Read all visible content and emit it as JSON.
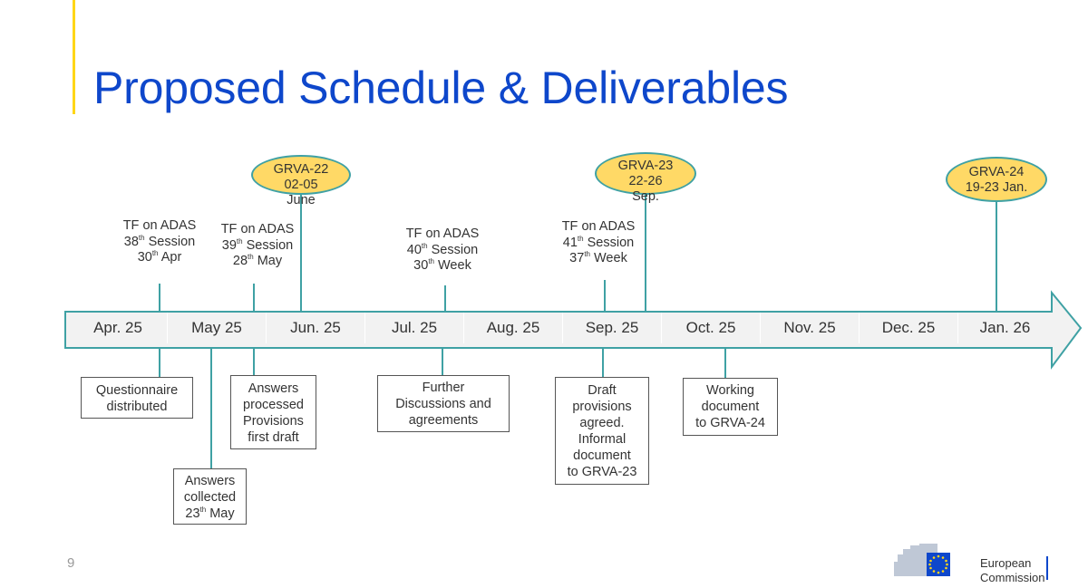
{
  "slide": {
    "title": "Proposed Schedule & Deliverables",
    "page_number": "9",
    "colors": {
      "title": "#0E47CB",
      "accent": "#FFD617",
      "line": "#3FA1A4",
      "ellipse_fill": "#FFD966",
      "arrow_fill": "#F2F2F2"
    }
  },
  "months": [
    "Apr. 25",
    "May 25",
    "Jun. 25",
    "Jul. 25",
    "Aug. 25",
    "Sep. 25",
    "Oct. 25",
    "Nov. 25",
    "Dec. 25",
    "Jan. 26"
  ],
  "tf_sessions": [
    {
      "l1": "TF on ADAS",
      "num": "38",
      "sup": "th",
      "word": " Session",
      "l3num": "30",
      "l3sup": "th",
      "l3rest": " Apr"
    },
    {
      "l1": "TF on ADAS",
      "num": "39",
      "sup": "th",
      "word": " Session",
      "l3num": "28",
      "l3sup": "th",
      "l3rest": " May"
    },
    {
      "l1": "TF on ADAS",
      "num": "40",
      "sup": "th",
      "word": " Session",
      "l3num": "30",
      "l3sup": "th",
      "l3rest": " Week"
    },
    {
      "l1": "TF on ADAS",
      "num": "41",
      "sup": "th",
      "word": " Session",
      "l3num": "37",
      "l3sup": "th",
      "l3rest": " Week"
    }
  ],
  "grva_meetings": [
    {
      "l1": "GRVA-22",
      "l2": "02-05",
      "l3": "June"
    },
    {
      "l1": "GRVA-23",
      "l2": "22-26",
      "l3": "Sep."
    },
    {
      "l1": "GRVA-24",
      "l2": "19-23 Jan.",
      "l3": ""
    }
  ],
  "deliverables": [
    {
      "lines": [
        "Questionnaire",
        "distributed"
      ]
    },
    {
      "lines": [
        "Answers",
        "collected"
      ],
      "datenum": "23",
      "datesup": "th",
      "daterest": " May"
    },
    {
      "lines": [
        "Answers",
        "processed",
        "Provisions",
        "first draft"
      ]
    },
    {
      "lines": [
        "Further",
        "Discussions and",
        "agreements"
      ]
    },
    {
      "lines": [
        "Draft",
        "provisions",
        "agreed.",
        "Informal",
        "document",
        "to GRVA-23"
      ]
    },
    {
      "lines": [
        "Working",
        "document",
        "to GRVA-24"
      ]
    }
  ],
  "logo": {
    "line1": "European",
    "line2": "Commission"
  }
}
